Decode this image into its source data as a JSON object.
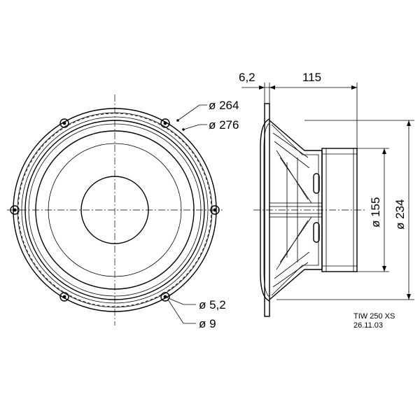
{
  "front_view": {
    "labels": {
      "d264": "ø 264",
      "d276": "ø 276",
      "hole_d": "ø 5,2",
      "hole_ring": "ø 9"
    }
  },
  "side_view": {
    "labels": {
      "flange": "6,2",
      "depth": "115",
      "magnet_d": "ø 155",
      "basket_d": "ø 234"
    }
  },
  "title_block": {
    "model": "TIW 250 XS",
    "date": "26.11.03"
  }
}
